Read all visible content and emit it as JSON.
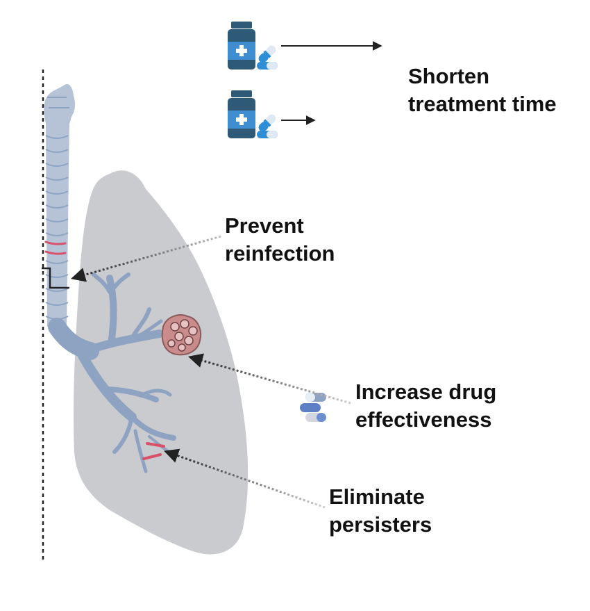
{
  "labels": {
    "shorten": {
      "line1": "Shorten",
      "line2": "treatment time"
    },
    "prevent": {
      "line1": "Prevent",
      "line2": "reinfection"
    },
    "increase": {
      "line1": "Increase drug",
      "line2": "effectiveness"
    },
    "eliminate": {
      "line1": "Eliminate",
      "line2": "persisters"
    }
  },
  "icons": [
    "medicine-bottle-icon",
    "capsule-icon",
    "pill-icon",
    "lung-icon",
    "trachea-icon",
    "bronchi-icon",
    "granuloma-icon",
    "persister-bacteria-icon"
  ],
  "colors": {
    "text": "#111111",
    "lung": "#c9cbce",
    "airway": "#8ea3c2",
    "bottle": "#2e5a78",
    "bottle_label": "#3f8ed1",
    "capsule_blue": "#2f8fd6",
    "granuloma": "#c98b8b",
    "bacteria": "#d9506a",
    "arrow": "#222222"
  }
}
